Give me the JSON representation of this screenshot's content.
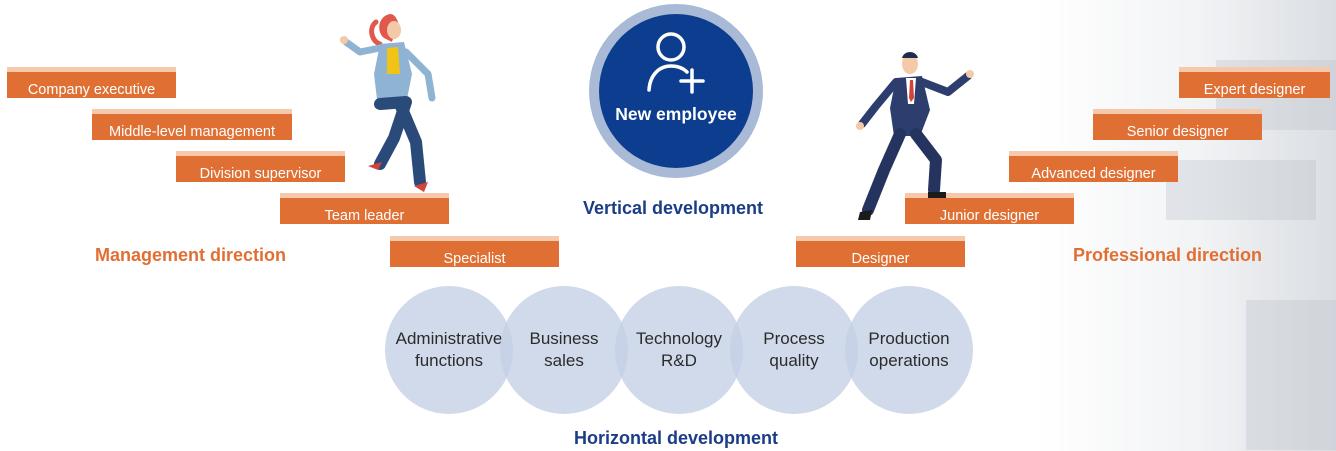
{
  "badge": {
    "title": "New employee"
  },
  "vertical_title": "Vertical development",
  "horizontal_title": "Horizontal development",
  "management": {
    "title": "Management direction",
    "steps": [
      "Company executive",
      "Middle-level management",
      "Division supervisor",
      "Team leader",
      "Specialist"
    ]
  },
  "professional": {
    "title": "Professional direction",
    "steps": [
      "Expert designer",
      "Senior designer",
      "Advanced designer",
      "Junior designer",
      "Designer"
    ]
  },
  "functions": [
    "Administrative\nfunctions",
    "Business\nsales",
    "Technology\nR&D",
    "Process\nquality",
    "Production\noperations"
  ],
  "colors": {
    "accent_orange": "#e06f33",
    "step_highlight": "#f6c9ac",
    "navy": "#0d3d8e",
    "title_blue": "#1b3c87",
    "circle_fill": "#c4d0e4"
  }
}
